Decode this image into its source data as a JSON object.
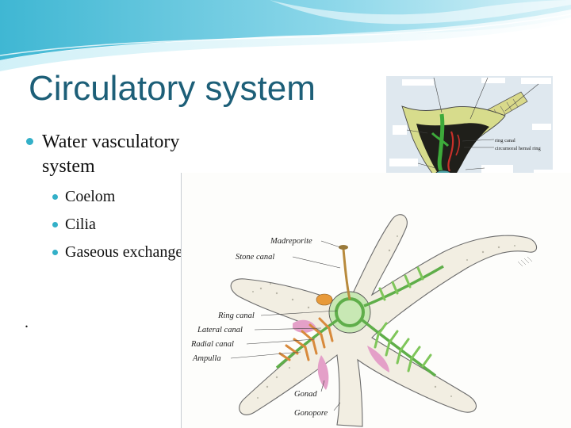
{
  "slide": {
    "title": "Circulatory system",
    "bullets": [
      {
        "text": "Water vasculatory system",
        "children": [
          {
            "text": "Coelom"
          },
          {
            "text": "Cilia"
          },
          {
            "text": "Gaseous exchange"
          }
        ]
      }
    ],
    "trailing_text": "."
  },
  "figure_top": {
    "labels": {
      "ring_canal": "ring canal",
      "circumoral_hemal_ring": "circumoral hemal ring"
    }
  },
  "figure_main": {
    "labels": {
      "madreporite": "Madreporite",
      "stone_canal": "Stone canal",
      "ring_canal": "Ring canal",
      "lateral_canal": "Lateral canal",
      "radial_canal": "Radial canal",
      "ampulla": "Ampulla",
      "gonad": "Gonad",
      "gonopore": "Gonopore"
    }
  },
  "colors": {
    "title": "#1d5f78",
    "bullet": "#33b0c8",
    "wave_light": "#bfe9f3",
    "wave_mid": "#5cc6dd",
    "canal_green": "#8fd46a",
    "gonad_pink": "#e4a0c8"
  }
}
